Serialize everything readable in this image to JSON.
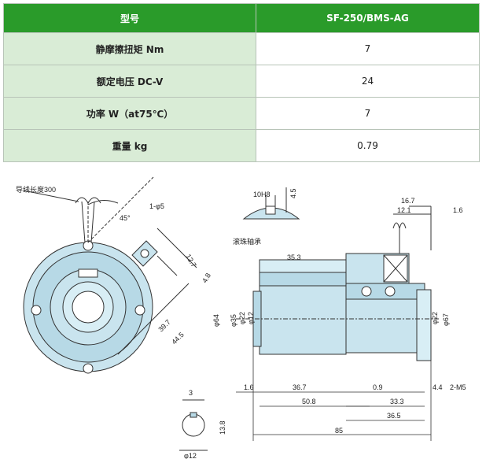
{
  "table": {
    "header": {
      "k": "型号",
      "v": "SF-250/BMS-AG"
    },
    "rows": [
      {
        "k": "静摩擦扭矩 Nm",
        "v": "7"
      },
      {
        "k": "额定电压 DC-V",
        "v": "24"
      },
      {
        "k": "功率 W（at75℃）",
        "v": "7"
      },
      {
        "k": "重量 kg",
        "v": "0.79"
      }
    ]
  },
  "drawing": {
    "lead_label": "导线长度300",
    "bearing_label": "滚珠轴承",
    "angle": "45°",
    "hole": "1-φ5",
    "d12_7": "12.7",
    "d4_8": "4.8",
    "d39_7": "39.7",
    "d44_5": "44.5",
    "key10": "10H8",
    "key45": "4.5",
    "d35_3": "35.3",
    "d16_7": "16.7",
    "d12_1": "12.1",
    "d1_6r": "1.6",
    "phi64": "φ64",
    "phi35": "φ35",
    "phi22": "φ22",
    "phi12": "φ12",
    "phi22r": "φ22",
    "phi67": "φ67",
    "d1_6": "1.6",
    "d36_7": "36.7",
    "d0_9": "0.9",
    "d4_4": "4.4",
    "m5": "2-M5",
    "d50_8": "50.8",
    "d33_3": "33.3",
    "d36_5": "36.5",
    "d85": "85",
    "d3": "3",
    "d13_8": "13.8",
    "phi12b": "φ12"
  }
}
